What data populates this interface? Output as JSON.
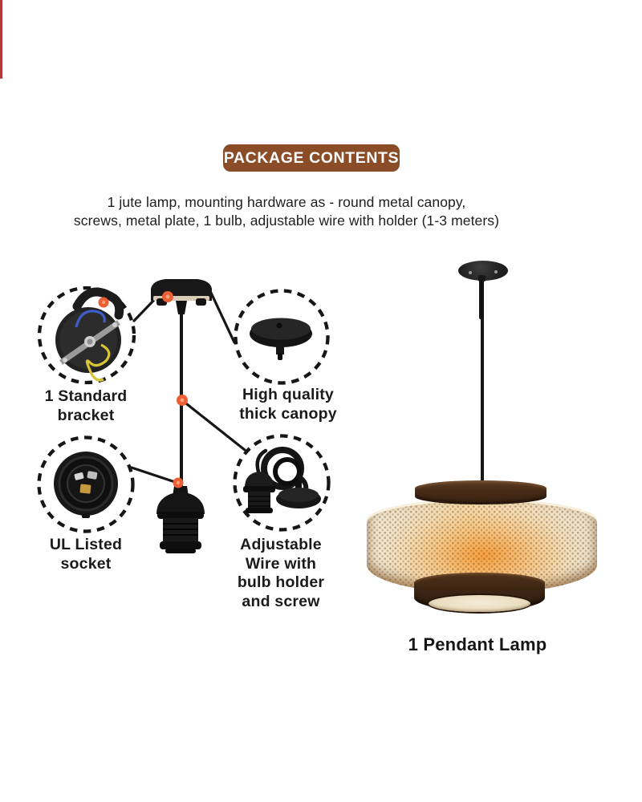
{
  "page": {
    "title": "Package Contents Infographic",
    "background_color": "#ffffff",
    "accent_bar_color": "#b23a3a"
  },
  "header": {
    "badge_label": "PACKAGE CONTENTS",
    "badge_bg_color": "#8b4d28",
    "badge_text_color": "#ffffff",
    "description_lines": [
      "1 jute lamp, mounting hardware as - round metal canopy,",
      "screws, metal plate, 1 bulb, adjustable wire with holder (1-3 meters)"
    ]
  },
  "diagram": {
    "connector_dot_color": "#ec5e33",
    "dashed_circle_color": "#161616",
    "callouts": [
      {
        "id": "standard-bracket",
        "label": "1 Standard bracket",
        "lines": [
          "1 Standard",
          "bracket"
        ]
      },
      {
        "id": "thick-canopy",
        "label": "High quality thick canopy",
        "lines": [
          "High quality",
          "thick canopy"
        ]
      },
      {
        "id": "ul-socket",
        "label": "UL Listed socket",
        "lines": [
          "UL Listed",
          "socket"
        ]
      },
      {
        "id": "adjustable-wire",
        "label": "Adjustable Wire with bulb holder and screw",
        "lines": [
          "Adjustable",
          "Wire with",
          "bulb holder",
          "and screw"
        ]
      }
    ]
  },
  "product": {
    "label": "1 Pendant Lamp"
  }
}
